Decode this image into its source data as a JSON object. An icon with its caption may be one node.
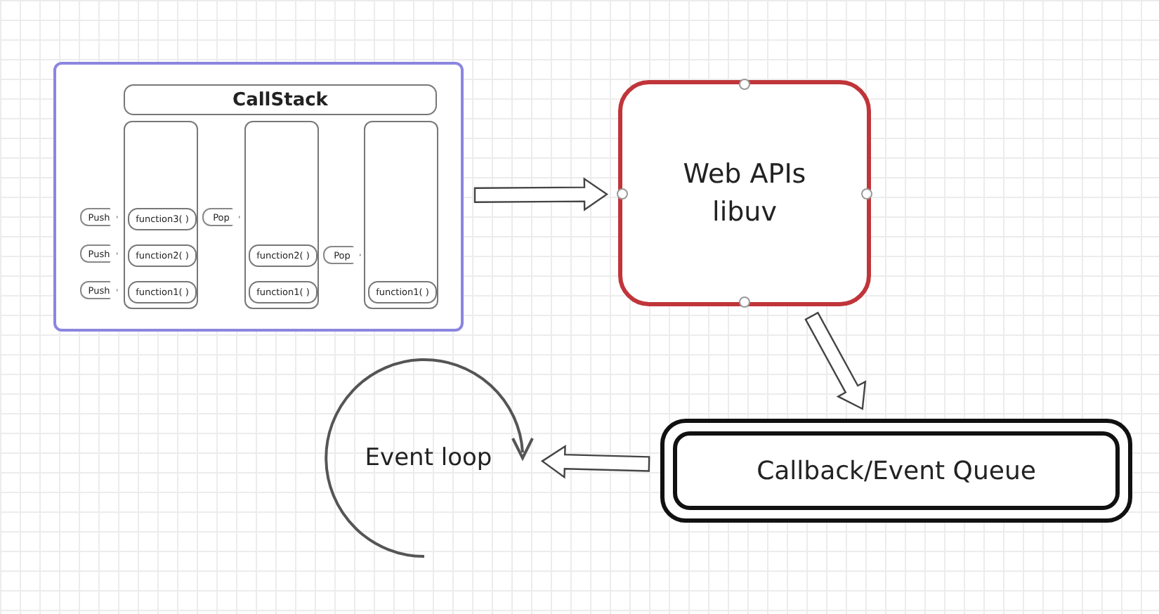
{
  "diagram": {
    "nodes": [
      {
        "text": [],
        "shape": "box"
      },
      {
        "text": [
          "CallStack"
        ],
        "in": 0
      },
      {
        "text": [],
        "shape": "box",
        "in": 0
      },
      {
        "text": [
          "function3( )"
        ],
        "in": 2
      },
      {
        "text": [
          "function2( )"
        ],
        "in": 2
      },
      {
        "text": [
          "function1( )"
        ],
        "in": 2
      },
      {
        "text": [],
        "shape": "box",
        "in": 0
      },
      {
        "text": [
          "function2( )"
        ],
        "in": 6
      },
      {
        "text": [
          "function1( )"
        ],
        "in": 6
      },
      {
        "text": [],
        "shape": "box",
        "in": 0
      },
      {
        "text": [
          "function1( )"
        ],
        "in": 9
      },
      {
        "text": [
          "Push"
        ],
        "in": 0
      },
      {
        "text": [
          "Push"
        ],
        "in": 0
      },
      {
        "text": [
          "Push"
        ],
        "in": 0
      },
      {
        "text": [
          "Pop"
        ],
        "in": 0
      },
      {
        "text": [
          "Pop"
        ],
        "in": 0
      },
      {
        "text": [
          "Web APIs libuv"
        ]
      },
      {
        "text": [
          "Callback/Event Queue"
        ]
      },
      {
        "text": [
          "Event loop"
        ]
      }
    ],
    "edges": [
      {
        "from": 0,
        "to": 16,
        "arrow": "to"
      },
      {
        "from": 16,
        "to": 17,
        "arrow": "to"
      },
      {
        "from": 17,
        "to": 18,
        "arrow": "to"
      }
    ]
  }
}
